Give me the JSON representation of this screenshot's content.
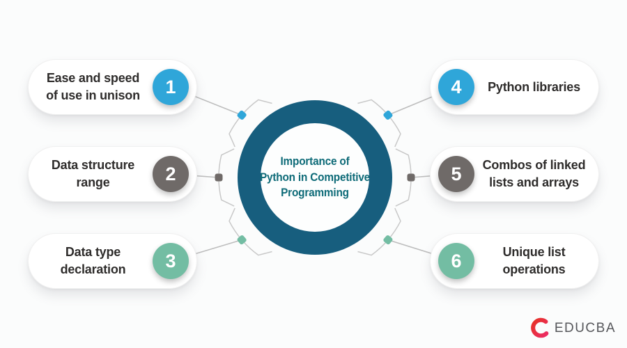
{
  "center": {
    "lines": [
      "Importance of",
      "Python in Competitive",
      "Programming"
    ]
  },
  "items": [
    {
      "number": "1",
      "label": "Ease and speed\nof use in unison",
      "color": "blue",
      "side": "left",
      "row": 0
    },
    {
      "number": "2",
      "label": "Data structure\nrange",
      "color": "gray",
      "side": "left",
      "row": 1
    },
    {
      "number": "3",
      "label": "Data type\ndeclaration",
      "color": "green",
      "side": "left",
      "row": 2
    },
    {
      "number": "4",
      "label": "Python libraries",
      "color": "blue",
      "side": "right",
      "row": 0
    },
    {
      "number": "5",
      "label": "Combos of linked\nlists and arrays",
      "color": "gray",
      "side": "right",
      "row": 1
    },
    {
      "number": "6",
      "label": "Unique list\noperations",
      "color": "green",
      "side": "right",
      "row": 2
    }
  ],
  "palette": {
    "blue": "#2fa6d9",
    "gray": "#6f6a68",
    "green": "#73bda3",
    "ring": "#175e7e",
    "center_text": "#0e6b78",
    "card_text": "#2e2c2b",
    "connector": "#bdbdbd",
    "tab_outline": "#c8c8c8",
    "logo_text_color": "#55565a",
    "logo_red": "#e63226",
    "logo_pink": "#ec2c64"
  },
  "logo": {
    "text": "EDUCBA",
    "icon": "educba-swirl-icon"
  }
}
